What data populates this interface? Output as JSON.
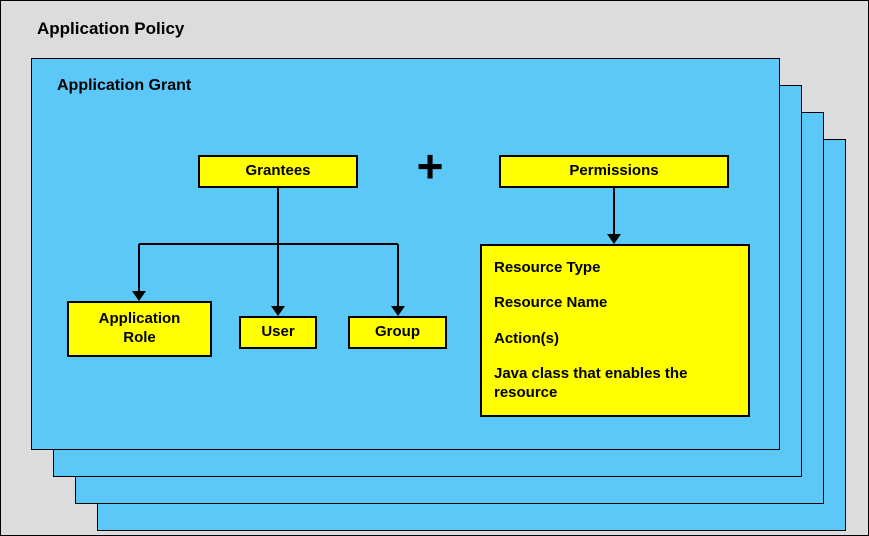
{
  "diagram": {
    "title": "Application Policy",
    "grant_card_title": "Application Grant",
    "plus_sign": "+",
    "grantees_label": "Grantees",
    "permissions_label": "Permissions",
    "grantee_types": [
      {
        "label": "Application Role"
      },
      {
        "label": "User"
      },
      {
        "label": "Group"
      }
    ],
    "permission_details": [
      "Resource Type",
      "Resource Name",
      "Action(s)",
      "Java class that enables the resource"
    ],
    "colors": {
      "background": "#dcdcdc",
      "card_blue": "#5cc8f8",
      "box_yellow": "#ffff00",
      "line_black": "#000000"
    },
    "stacked_card_count": 4
  }
}
